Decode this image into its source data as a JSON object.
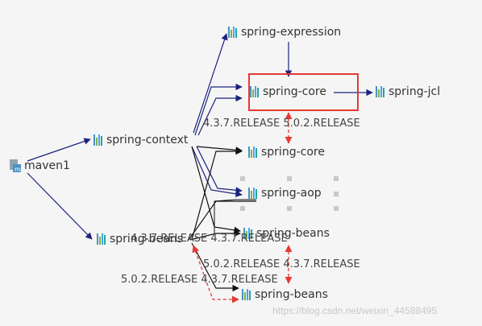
{
  "nodes": {
    "root": {
      "label": "maven1",
      "icon": "maven-module-icon"
    },
    "spring_expression": {
      "label": "spring-expression",
      "icon": "library-icon"
    },
    "spring_core_selected": {
      "label": "spring-core",
      "icon": "library-icon"
    },
    "spring_jcl": {
      "label": "spring-jcl",
      "icon": "library-icon"
    },
    "spring_context": {
      "label": "spring-context",
      "icon": "library-icon"
    },
    "spring_core_conflict": {
      "label": "spring-core",
      "icon": "library-icon"
    },
    "spring_aop": {
      "label": "spring-aop",
      "icon": "library-icon"
    },
    "spring_beans_a": {
      "label": "spring-beans",
      "icon": "library-icon"
    },
    "spring_beans_b": {
      "label": "spring-beans",
      "icon": "library-icon"
    },
    "spring_beans_c": {
      "label": "spring-beans",
      "icon": "library-icon"
    }
  },
  "conflict_labels": {
    "core": "4.3.7.RELEASE 5.0.2.RELEASE",
    "beans_left": "4.3.7.RELEASE 4.3.7.RELEASE",
    "beans_mid": "5.0.2.RELEASE 4.3.7.RELEASE",
    "beans_bottom": "5.0.2.RELEASE 4.3.7.RELEASE"
  },
  "watermark": "https://blog.csdn.net/weixin_44588495",
  "colors": {
    "edge": "#1a237e",
    "edge_black": "#111111",
    "conflict": "#e53935",
    "selection": "#e53935",
    "icon_bars": [
      "#4a90c2",
      "#7cb342",
      "#42a5f5",
      "#26a69a"
    ]
  }
}
